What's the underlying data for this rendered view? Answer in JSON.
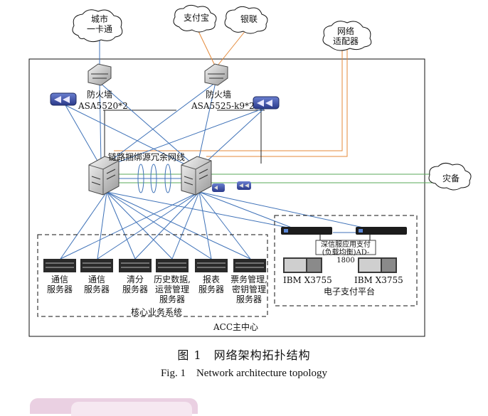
{
  "clouds": {
    "city_card": [
      "城市",
      "一卡通"
    ],
    "alipay": "支付宝",
    "unionpay": "银联",
    "network_adapter": [
      "网络",
      "适配器"
    ],
    "disaster_backup": "灾备"
  },
  "firewalls": {
    "left_label": "防火墙",
    "left_model": "ASA5520*2",
    "right_label": "防火墙",
    "right_model": "ASA5525-k9*2"
  },
  "link_label": "链路捆绑源冗余网线",
  "core_servers": [
    {
      "lines": [
        "通信",
        "服务器"
      ]
    },
    {
      "lines": [
        "通信",
        "服务器"
      ]
    },
    {
      "lines": [
        "清分",
        "服务器"
      ]
    },
    {
      "lines": [
        "历史数据,",
        "运营管理",
        "服务器"
      ]
    },
    {
      "lines": [
        "报表",
        "服务器"
      ]
    },
    {
      "lines": [
        "票务管理,",
        "密钥管理",
        "服务器"
      ]
    }
  ],
  "core_system_label": "核心业务系统",
  "payment": {
    "lb_label": [
      "深信服应用支付",
      "(负载均衡)AD-",
      "1800"
    ],
    "server_left": "IBM X3755",
    "server_right": "IBM X3755",
    "platform_label": "电子支付平台"
  },
  "acc_center_label": "ACC主中心",
  "caption": {
    "cn": "图 1　网络架构拓扑结构",
    "en": "Fig. 1　Network architecture topology"
  },
  "colors": {
    "blue_link": "#3f72b8",
    "orange_link": "#e58a3a",
    "green_link": "#5aa85a",
    "dark_link": "#222222"
  }
}
